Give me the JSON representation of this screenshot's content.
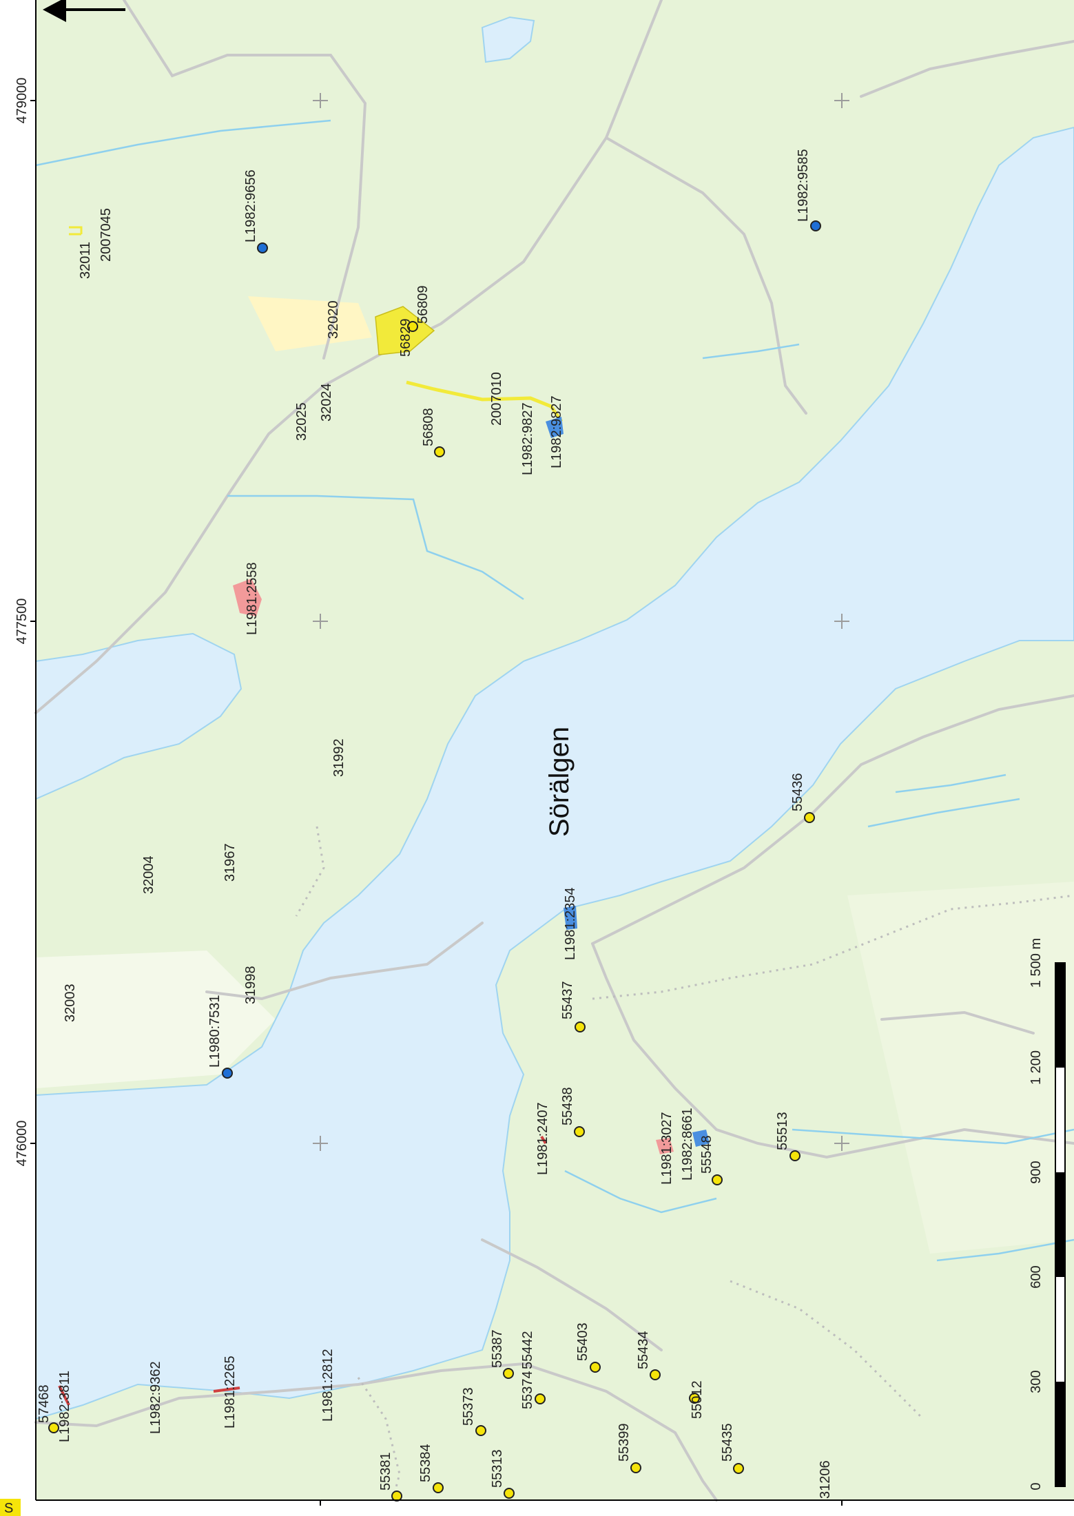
{
  "map": {
    "lake_name": "Sörälgen",
    "colors": {
      "land": "#e7f3d8",
      "water": "#dbeefb",
      "road": "#c9c9c9",
      "stream": "#8ed0ee",
      "point_yellow": "#f5e40a",
      "point_blue": "#1f6fd6",
      "area_red": "#f29a9a",
      "area_yellow": "#f2ea3a"
    },
    "axis_left_ticks": [
      "479000",
      "477500",
      "476000"
    ],
    "axis_bottom_ticks": [
      "",
      ""
    ],
    "scale_bar": {
      "labels": [
        "0",
        "300",
        "600",
        "900",
        "1 200",
        "1 500 m"
      ]
    },
    "north_arrow": "arrow-icon",
    "corner_mark": "S"
  },
  "labels": {
    "l32011": "32011",
    "l2007045": "2007045",
    "l9656": "L1982:9656",
    "l32020": "32020",
    "l56809": "56809",
    "l56829": "56829",
    "l32025": "32025",
    "l32024": "32024",
    "l56808": "56808",
    "l2007010": "2007010",
    "l9827a": "L1982:9827",
    "l9827b": "L1982:9827",
    "l9585": "L1982:9585",
    "l2558": "L1981:2558",
    "l31992": "31992",
    "l32004": "32004",
    "l31967": "31967",
    "l31998": "31998",
    "l32003": "32003",
    "l7531": "L1980:7531",
    "l2354": "L1981:2354",
    "l55437": "55437",
    "l55436": "55436",
    "l2407": "L1981:2407",
    "l55438": "55438",
    "l3027": "L1981:3027",
    "l8661": "L1982:8661",
    "l55548": "55548",
    "l55513": "55513",
    "l57468": "57468",
    "l3811": "L1982:3811",
    "l9362": "L1982:9362",
    "l2265": "L1981:2265",
    "l2812": "L1981:2812",
    "l55381": "55381",
    "l55384": "55384",
    "l55373": "55373",
    "l55313": "55313",
    "l55387": "55387",
    "l55374": "55374",
    "l55442": "55442",
    "l55403": "55403",
    "l55399": "55399",
    "l55434": "55434",
    "l55012": "55012",
    "l55435": "55435",
    "l31206": "31206"
  }
}
